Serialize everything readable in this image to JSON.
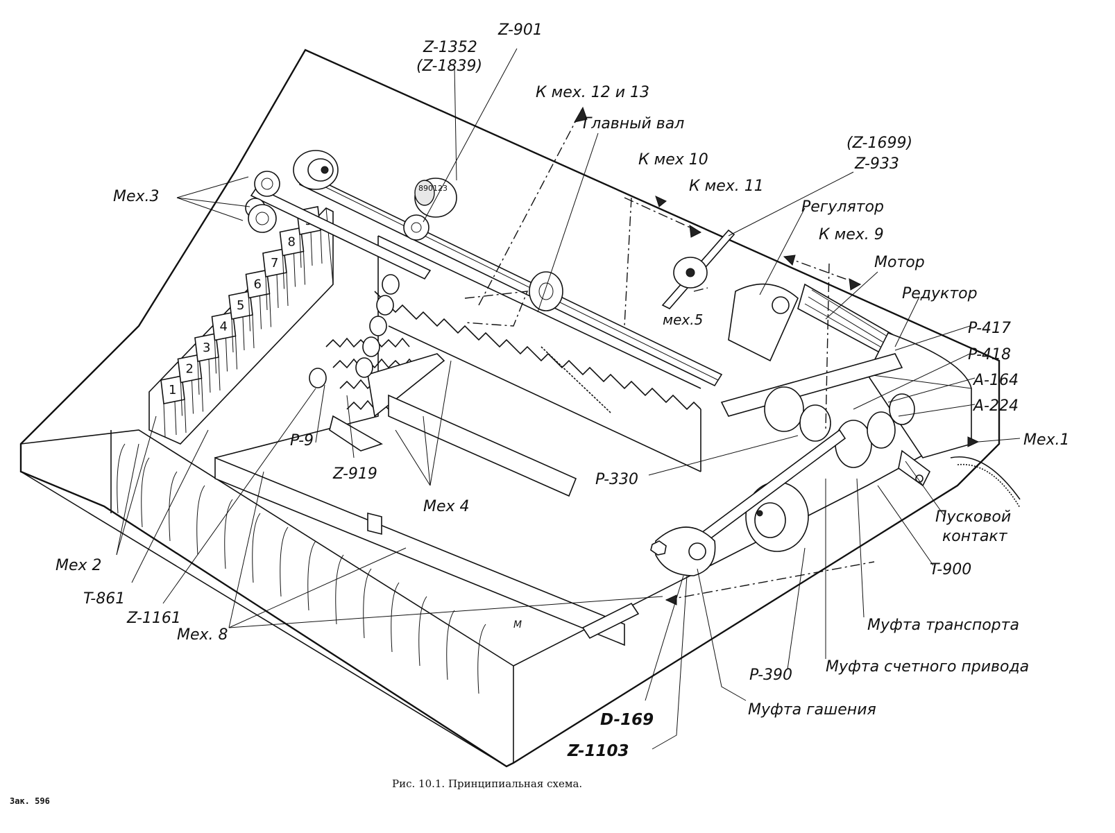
{
  "figure": {
    "caption": "Рис. 10.1. Принципиальная схема.",
    "order_number": "Зак. 596"
  },
  "labels": {
    "z1352": "Z-1352",
    "z1839": "(Z-1839)",
    "z901": "Z-901",
    "k_mex_12_13": "К мех. 12 и 13",
    "glavny_val": "Главный вал",
    "k_mex_10": "К мех 10",
    "k_mex_11": "К мех. 11",
    "z1699": "(Z-1699)",
    "z933": "Z-933",
    "regulyator": "Регулятор",
    "k_mex_9": "К мех. 9",
    "motor": "Мотор",
    "reduktor": "Редуктор",
    "mex3": "Мех.3",
    "mex5": "мех.5",
    "p417": "P-417",
    "p418": "P-418",
    "a164": "A-164",
    "a224": "A-224",
    "mex1": "Мех.1",
    "puskovoy": "Пусковой",
    "kontakt": "контакт",
    "t900": "T-900",
    "mufta_transporta": "Муфта транспорта",
    "mufta_schetnogo": "Муфта счетного привода",
    "mufta_gasheniya": "Муфта гашения",
    "p390": "P-390",
    "d169": "D-169",
    "z1103": "Z-1103",
    "p330": "P-330",
    "p9": "P-9",
    "z919": "Z-919",
    "mex4": "Мех 4",
    "mex2": "Мех 2",
    "t861": "T-861",
    "z1161": "Z-1161",
    "mex8": "Мех. 8",
    "m_mark": "М"
  },
  "keys": [
    "1",
    "2",
    "3",
    "4",
    "5",
    "6",
    "7",
    "8",
    "9"
  ],
  "counter_digits": "890123",
  "ink_color": "#111111",
  "paper_color": "#ffffff"
}
